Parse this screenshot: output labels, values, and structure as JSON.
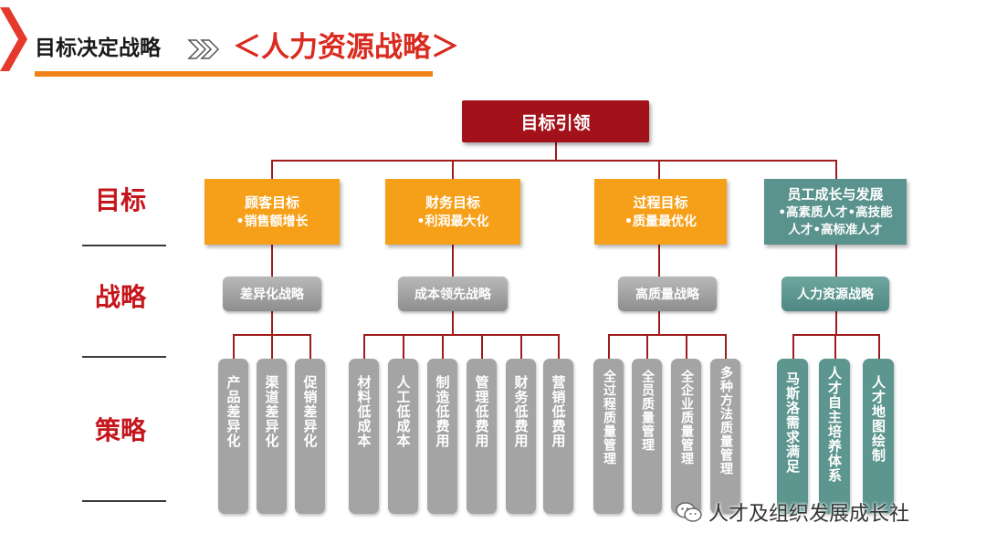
{
  "header": {
    "title_left": "目标决定战略",
    "title_right": "＜人力资源战略＞"
  },
  "row_labels": {
    "goal": "目标",
    "strategy": "战略",
    "tactic": "策略"
  },
  "top_node": "目标引领",
  "groups": [
    {
      "goal": {
        "title": "顾客目标",
        "sub": "•销售额增长",
        "color": "orange"
      },
      "strategy": "差异化战略",
      "tactics": [
        "产品差异化",
        "渠道差异化",
        "促销差异化"
      ]
    },
    {
      "goal": {
        "title": "财务目标",
        "sub": "•利润最大化",
        "color": "orange"
      },
      "strategy": "成本领先战略",
      "tactics": [
        "材料低成本",
        "人工低成本",
        "制造低费用",
        "管理低费用",
        "财务低费用",
        "营销低费用"
      ]
    },
    {
      "goal": {
        "title": "过程目标",
        "sub": "•质量最优化",
        "color": "orange"
      },
      "strategy": "高质量战略",
      "tactics": [
        "全过程质量管理",
        "全员质量管理",
        "全企业质量管理",
        "多种方法质量管理"
      ]
    },
    {
      "goal": {
        "title": "员工成长与发展",
        "sub": "•高素质人才•高技能人才•高标准人才",
        "color": "teal"
      },
      "strategy": "人力资源战略",
      "tactics": [
        "马斯洛需求满足",
        "人才自主培养体系",
        "人才地图绘制"
      ]
    }
  ],
  "watermark": "人才及组织发展成长社",
  "colors": {
    "title_red": "#d92b1f",
    "top_node": "#a3111a",
    "goal_orange": "#f6a01a",
    "teal": "#5a928d",
    "gray": "#a4a4a4",
    "underline_orange": "#f08218",
    "connector": "#a01c1c"
  },
  "icons": {
    "corner": "chevron-right-icon",
    "arrows": "double-chevron-icon",
    "watermark": "wechat-icon"
  }
}
